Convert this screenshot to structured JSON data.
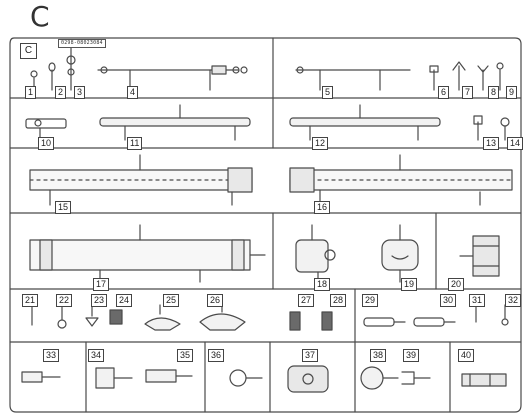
{
  "sprue": {
    "letter": "C",
    "frame_label": "C",
    "part_code": "0298-08023084"
  },
  "part_numbers": [
    "1",
    "2",
    "3",
    "4",
    "5",
    "6",
    "7",
    "8",
    "9",
    "10",
    "11",
    "12",
    "13",
    "14",
    "15",
    "16",
    "17",
    "18",
    "19",
    "20",
    "21",
    "22",
    "23",
    "24",
    "25",
    "26",
    "27",
    "28",
    "29",
    "30",
    "31",
    "32",
    "33",
    "34",
    "35",
    "36",
    "37",
    "38",
    "39",
    "40"
  ],
  "colors": {
    "line": "#4a4a4a",
    "fill": "#e8e8e8",
    "dark": "#6a6a6a",
    "bg": "#ffffff"
  }
}
